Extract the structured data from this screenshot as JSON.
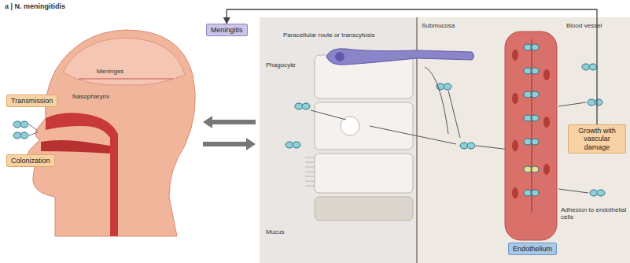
{
  "diagram": {
    "title": "a | N. meningitidis",
    "nodes": [
      {
        "text": [
          "Transmission"
        ]
      },
      {
        "text": [
          "Colonization"
        ]
      },
      {
        "text": [
          "Meningitis"
        ]
      },
      {
        "text": [
          "Growth with vascular damage"
        ]
      },
      {
        "text": [
          "Endothelium"
        ]
      }
    ],
    "edges": [
      {
        "from": 3,
        "to": 2,
        "arrow": "to"
      }
    ],
    "labels": [
      "Meninges",
      "Nasopharynx",
      "Paracellular route or transcytosis",
      "Phagocyte",
      "Submucosa",
      "Blood vessel",
      "Mucus",
      "Adhesion to endothelial cells"
    ]
  }
}
